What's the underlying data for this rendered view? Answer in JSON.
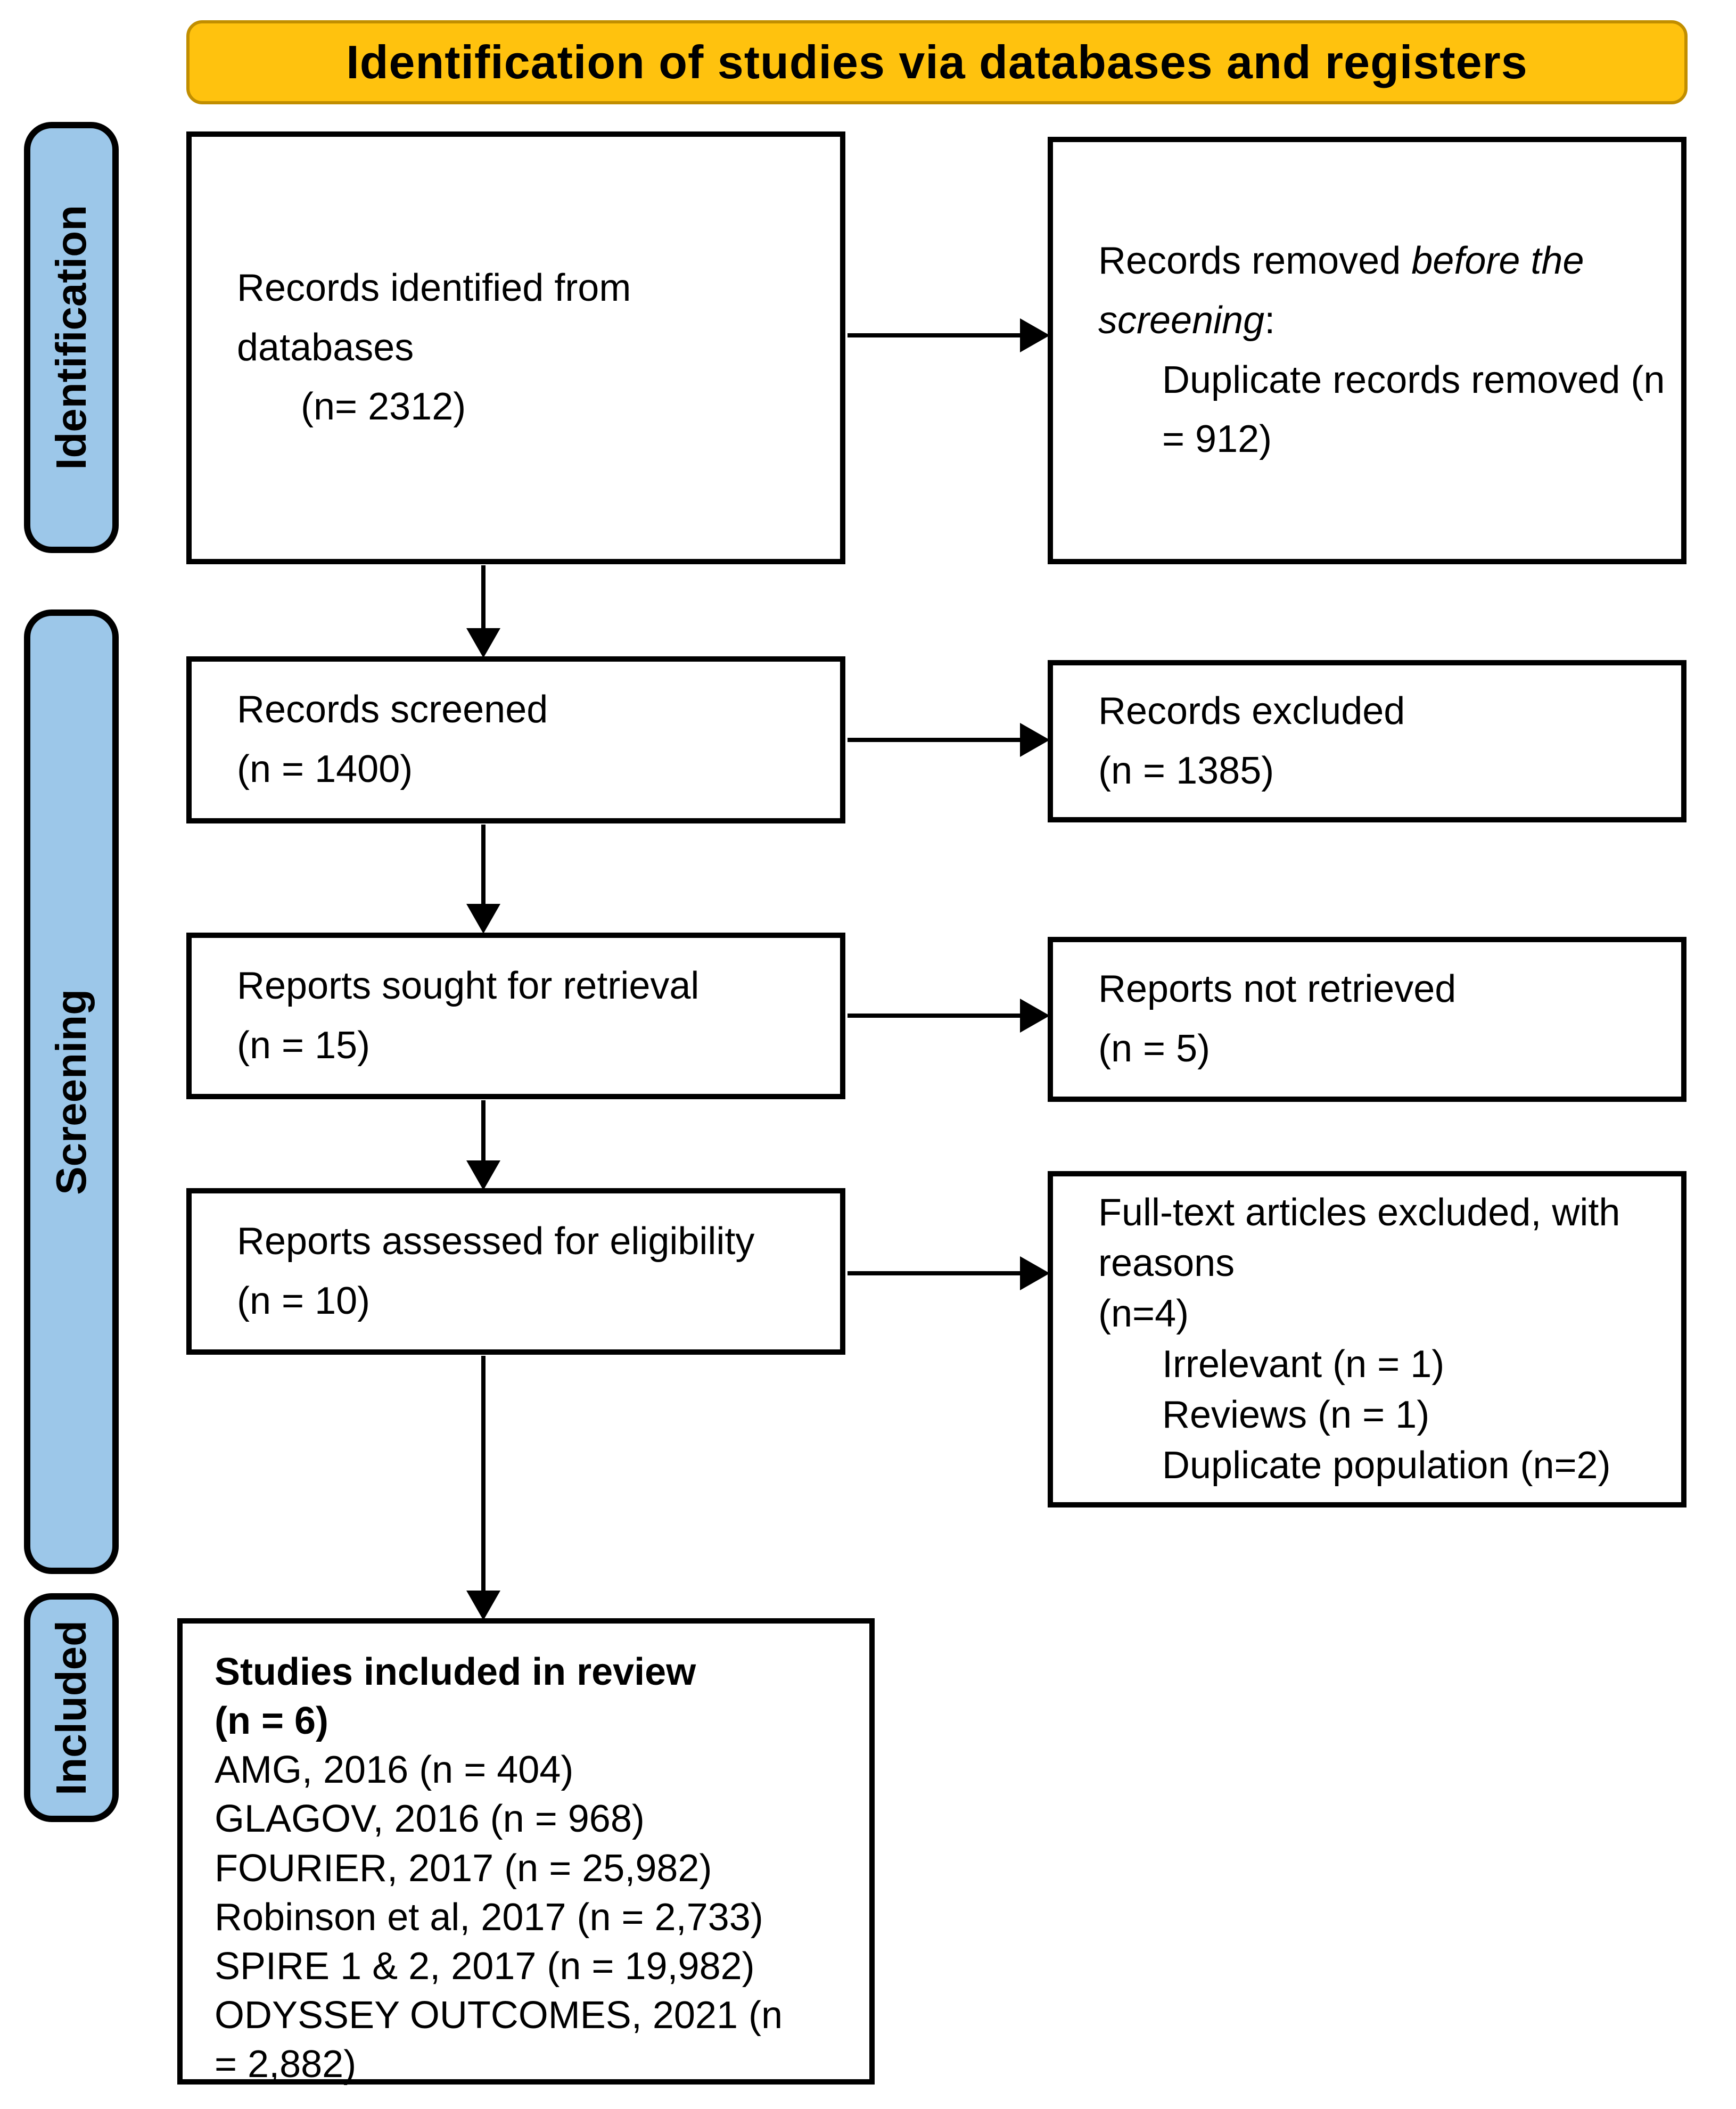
{
  "header": {
    "title": "Identification of studies via databases and registers"
  },
  "colors": {
    "header_bg": "#FFC20E",
    "header_border": "#C18E00",
    "stage_bg": "#9CC7E9",
    "box_border": "#000000"
  },
  "stages": [
    {
      "id": "identification",
      "label": "Identification"
    },
    {
      "id": "screening",
      "label": "Screening"
    },
    {
      "id": "included",
      "label": "Included"
    }
  ],
  "boxes": [
    {
      "key": "records_identified",
      "lines": [
        {
          "segments": [
            {
              "text": "Records identified from"
            }
          ]
        },
        {
          "segments": [
            {
              "text": "databases"
            }
          ]
        },
        {
          "indent": true,
          "segments": [
            {
              "text": "(n= 2312)"
            }
          ]
        }
      ]
    },
    {
      "key": "records_removed",
      "lines": [
        {
          "segments": [
            {
              "text": "Records removed "
            },
            {
              "text": "before the",
              "italic": true
            }
          ]
        },
        {
          "segments": [
            {
              "text": "screening",
              "italic": true
            },
            {
              "text": ":"
            }
          ]
        },
        {
          "indent": true,
          "segments": [
            {
              "text": "Duplicate records removed (n"
            }
          ]
        },
        {
          "indent": true,
          "segments": [
            {
              "text": "= 912)"
            }
          ]
        }
      ]
    },
    {
      "key": "records_screened",
      "lines": [
        {
          "segments": [
            {
              "text": "Records screened"
            }
          ]
        },
        {
          "segments": [
            {
              "text": "(n = 1400)"
            }
          ]
        }
      ]
    },
    {
      "key": "records_excluded",
      "lines": [
        {
          "segments": [
            {
              "text": "Records excluded"
            }
          ]
        },
        {
          "segments": [
            {
              "text": "(n = 1385)"
            }
          ]
        }
      ]
    },
    {
      "key": "reports_sought",
      "lines": [
        {
          "segments": [
            {
              "text": "Reports sought for retrieval"
            }
          ]
        },
        {
          "segments": [
            {
              "text": "(n = 15)"
            }
          ]
        }
      ]
    },
    {
      "key": "reports_not_retrieved",
      "lines": [
        {
          "segments": [
            {
              "text": "Reports not retrieved"
            }
          ]
        },
        {
          "segments": [
            {
              "text": "(n = 5)"
            }
          ]
        }
      ]
    },
    {
      "key": "reports_assessed",
      "lines": [
        {
          "segments": [
            {
              "text": "Reports assessed for eligibility"
            }
          ]
        },
        {
          "segments": [
            {
              "text": "(n = 10)"
            }
          ]
        }
      ]
    },
    {
      "key": "fulltext_excluded",
      "lines": [
        {
          "segments": [
            {
              "text": "Full-text articles excluded, with"
            }
          ]
        },
        {
          "segments": [
            {
              "text": "reasons"
            }
          ]
        },
        {
          "segments": [
            {
              "text": "(n=4)"
            }
          ]
        },
        {
          "indent": true,
          "segments": [
            {
              "text": "Irrelevant (n = 1)"
            }
          ]
        },
        {
          "indent": true,
          "segments": [
            {
              "text": "Reviews (n = 1)"
            }
          ]
        },
        {
          "indent": true,
          "segments": [
            {
              "text": "Duplicate population (n=2)"
            }
          ]
        }
      ]
    },
    {
      "key": "studies_included",
      "lines": [
        {
          "bold": true,
          "segments": [
            {
              "text": "Studies included in review"
            }
          ]
        },
        {
          "bold": true,
          "segments": [
            {
              "text": "(n = 6)"
            }
          ]
        },
        {
          "segments": [
            {
              "text": "AMG, 2016 (n = 404)"
            }
          ]
        },
        {
          "segments": [
            {
              "text": "GLAGOV, 2016 (n = 968)"
            }
          ]
        },
        {
          "segments": [
            {
              "text": "FOURIER, 2017 (n = 25,982)"
            }
          ]
        },
        {
          "segments": [
            {
              "text": "Robinson et al, 2017 (n = 2,733)"
            }
          ]
        },
        {
          "segments": [
            {
              "text": "SPIRE 1 & 2, 2017 (n = 19,982)"
            }
          ]
        },
        {
          "segments": [
            {
              "text": "ODYSSEY OUTCOMES, 2021 (n"
            }
          ]
        },
        {
          "segments": [
            {
              "text": "= 2,882)"
            }
          ]
        }
      ]
    }
  ]
}
